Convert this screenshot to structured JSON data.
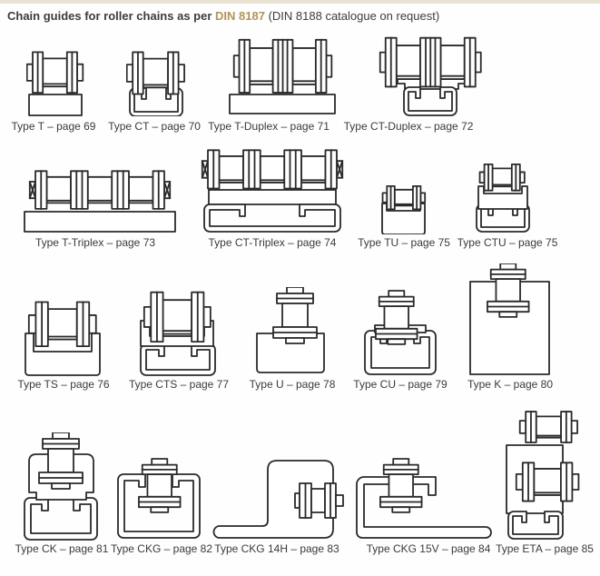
{
  "page": {
    "top_band_color": "#e8e3d3",
    "drawing_line_color": "#2a2a2a",
    "background": "#fefefe"
  },
  "header": {
    "title": "Chain guides for roller chains as per",
    "din_ref": "DIN 8187",
    "note": "(DIN 8188 catalogue on request)",
    "din_color": "#b2945a",
    "text_color": "#3c3c3c"
  },
  "figures": [
    {
      "label": "Type T – page 69",
      "drawing": "single-roller-chain-on-flat-bar"
    },
    {
      "label": "Type CT – page 70",
      "drawing": "single-roller-chain-on-c-channel"
    },
    {
      "label": "Type T-Duplex – page 71",
      "drawing": "duplex-roller-chain-on-flat-bar"
    },
    {
      "label": "Type CT-Duplex – page 72",
      "drawing": "duplex-roller-chain-on-c-channel"
    },
    {
      "label": "Type T-Triplex – page 73",
      "drawing": "triplex-roller-chain-on-flat-bar"
    },
    {
      "label": "Type CT-Triplex – page 74",
      "drawing": "triplex-roller-chain-on-c-channel"
    },
    {
      "label": "Type TU – page 75",
      "drawing": "roller-chain-in-u-block"
    },
    {
      "label": "Type CTU – page 75",
      "drawing": "roller-chain-in-u-block-on-c-channel"
    },
    {
      "label": "Type TS – page 76",
      "drawing": "roller-chain-in-slotted-block"
    },
    {
      "label": "Type CTS – page 77",
      "drawing": "roller-chain-in-slotted-block-on-c-channel"
    },
    {
      "label": "Type U – page 78",
      "drawing": "chain-side-view-on-block"
    },
    {
      "label": "Type CU – page 79",
      "drawing": "chain-side-view-on-c-channel-block"
    },
    {
      "label": "Type K – page 80",
      "drawing": "chain-side-view-on-tall-plate"
    },
    {
      "label": "Type CK – page 81",
      "drawing": "chain-side-view-on-body-with-c-channel"
    },
    {
      "label": "Type CKG – page 82",
      "drawing": "chain-inside-deep-channel"
    },
    {
      "label": "Type CKG 14H – page 83",
      "drawing": "horizontal-chain-on-z-bracket"
    },
    {
      "label": "Type CKG 15V – page 84",
      "drawing": "vertical-chain-on-l-bracket"
    },
    {
      "label": "Type ETA – page 85",
      "drawing": "double-chain-on-bracket-with-c-channel"
    }
  ]
}
